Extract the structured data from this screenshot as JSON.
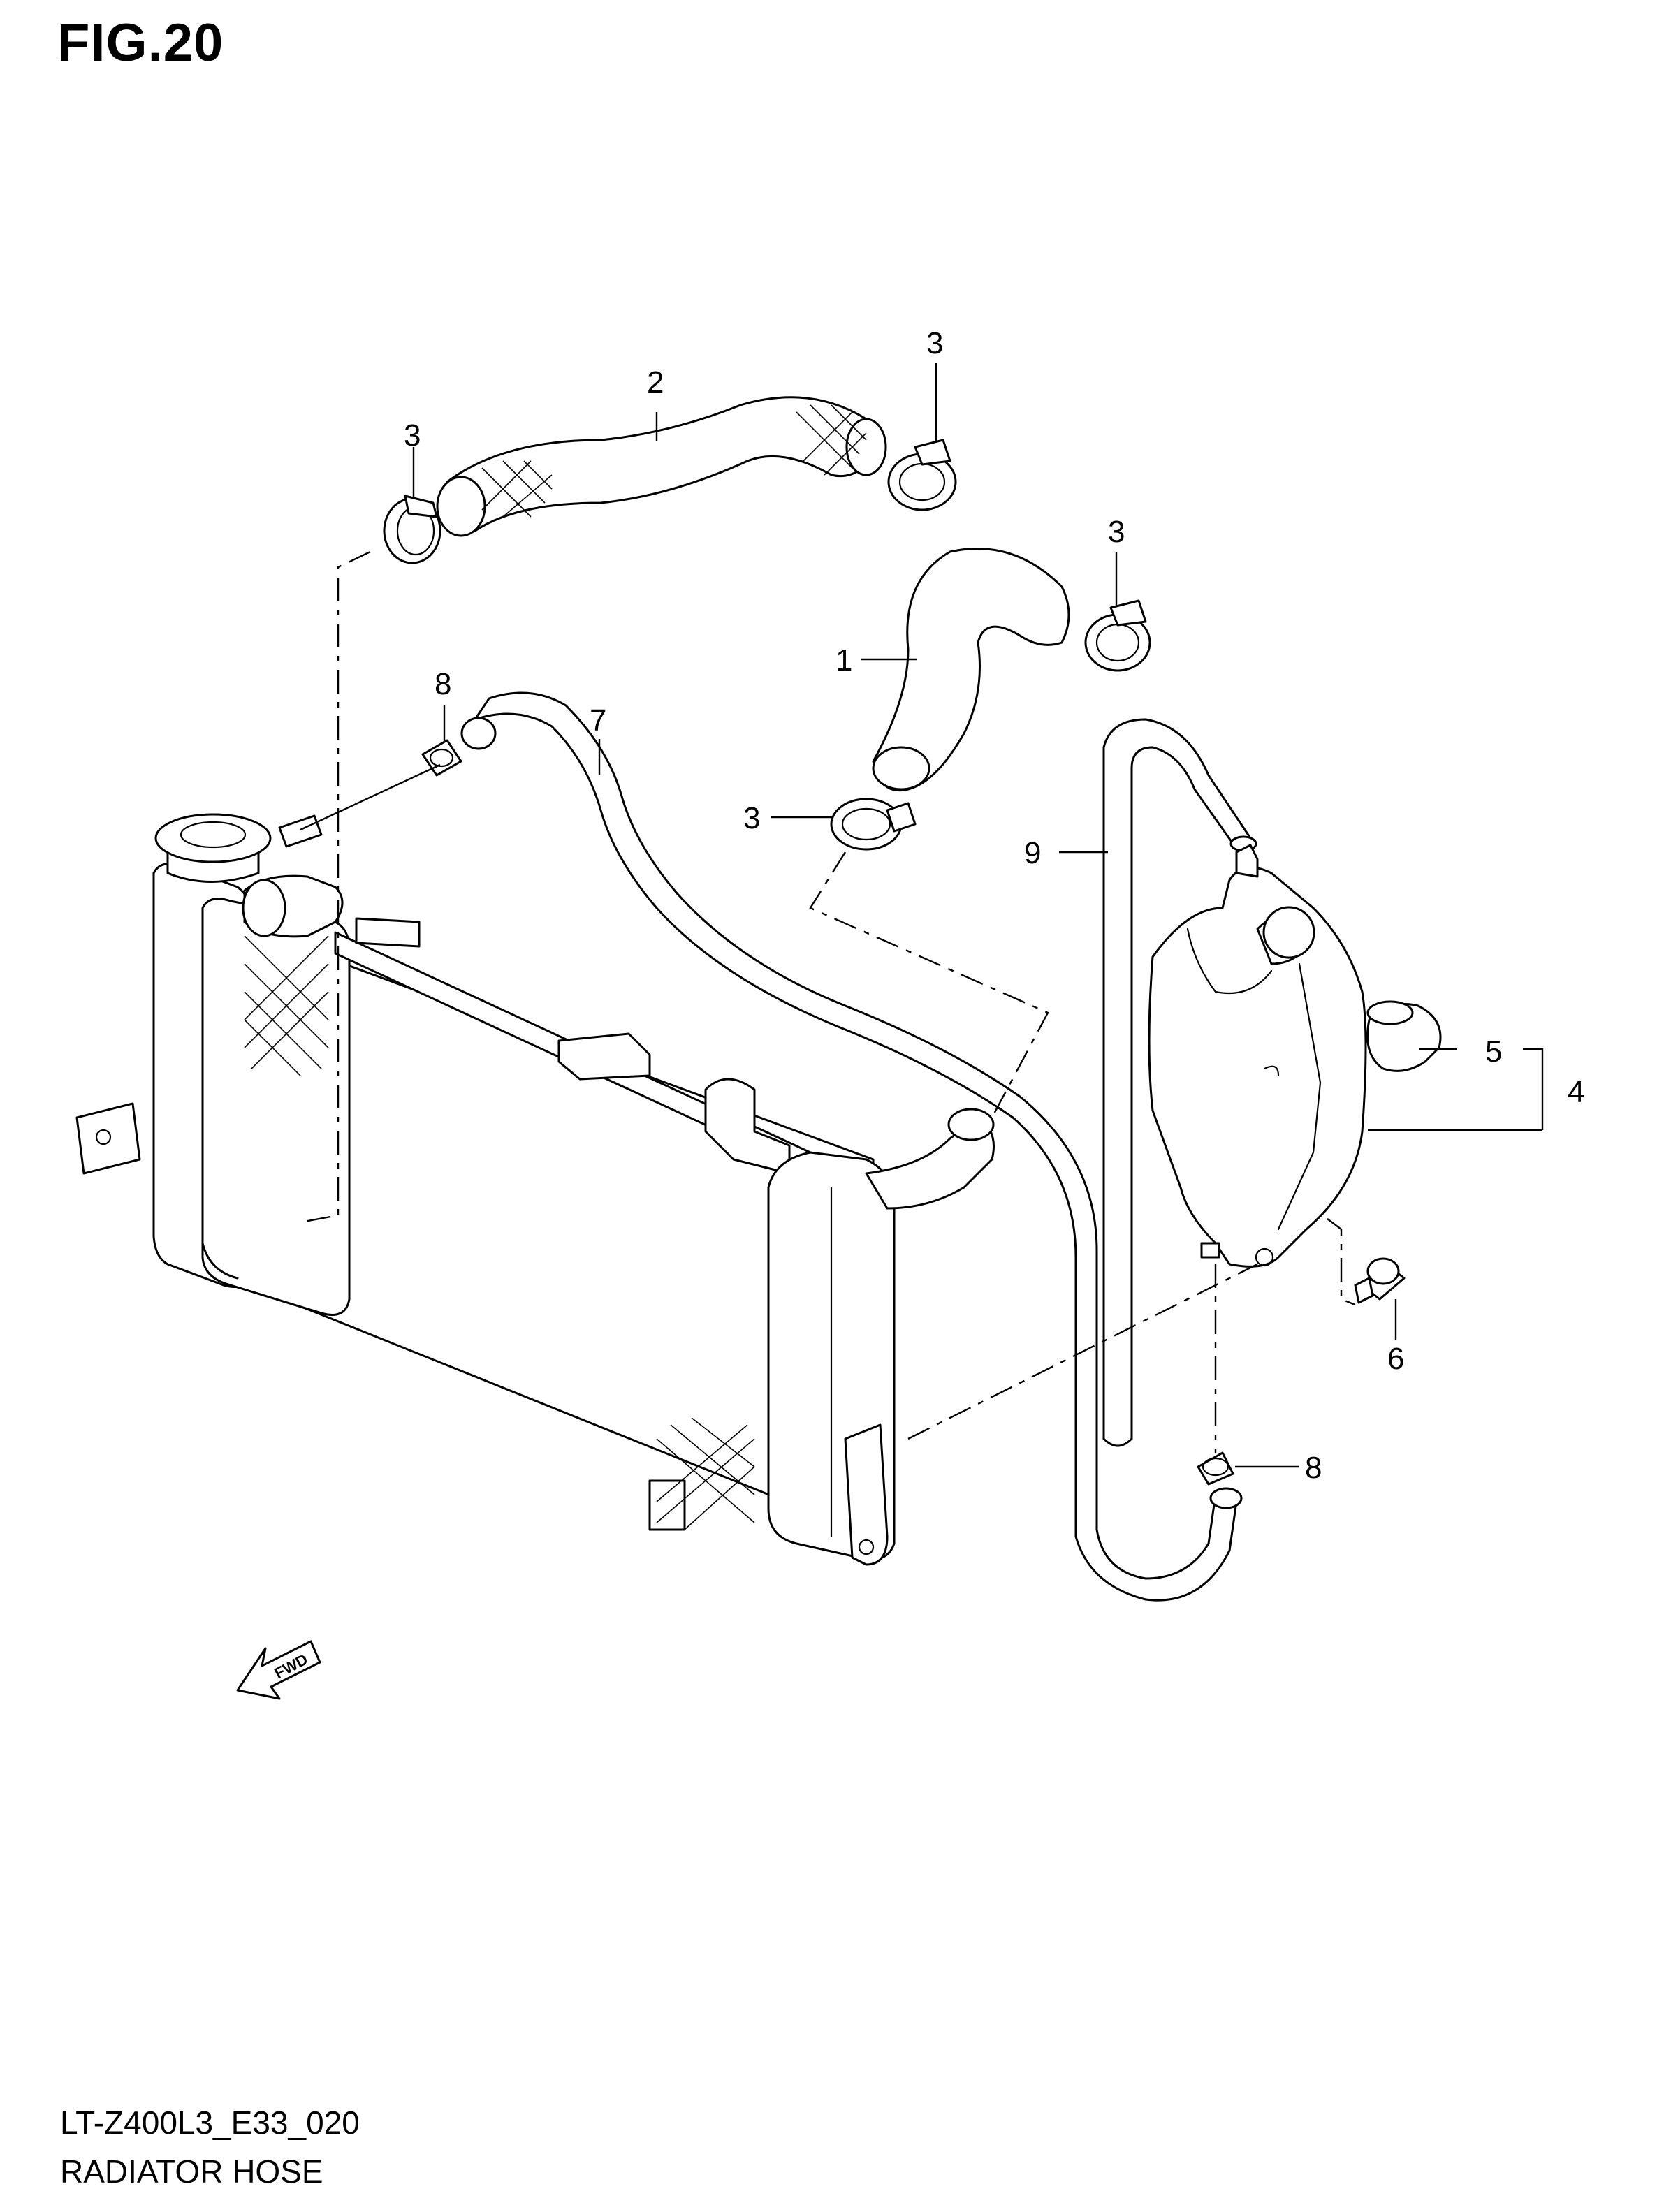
{
  "figure": {
    "title": "FIG.20"
  },
  "footer": {
    "code": "LT-Z400L3_E33_020",
    "title": "RADIATOR HOSE"
  },
  "direction_arrow": {
    "label": "FWD"
  },
  "callouts": {
    "c1": "1",
    "c2": "2",
    "c3_a": "3",
    "c3_b": "3",
    "c3_c": "3",
    "c3_d": "3",
    "c4": "4",
    "c5": "5",
    "c6": "6",
    "c7": "7",
    "c8_a": "8",
    "c8_b": "8",
    "c9": "9"
  },
  "colors": {
    "line": "#000000",
    "background": "#ffffff"
  }
}
